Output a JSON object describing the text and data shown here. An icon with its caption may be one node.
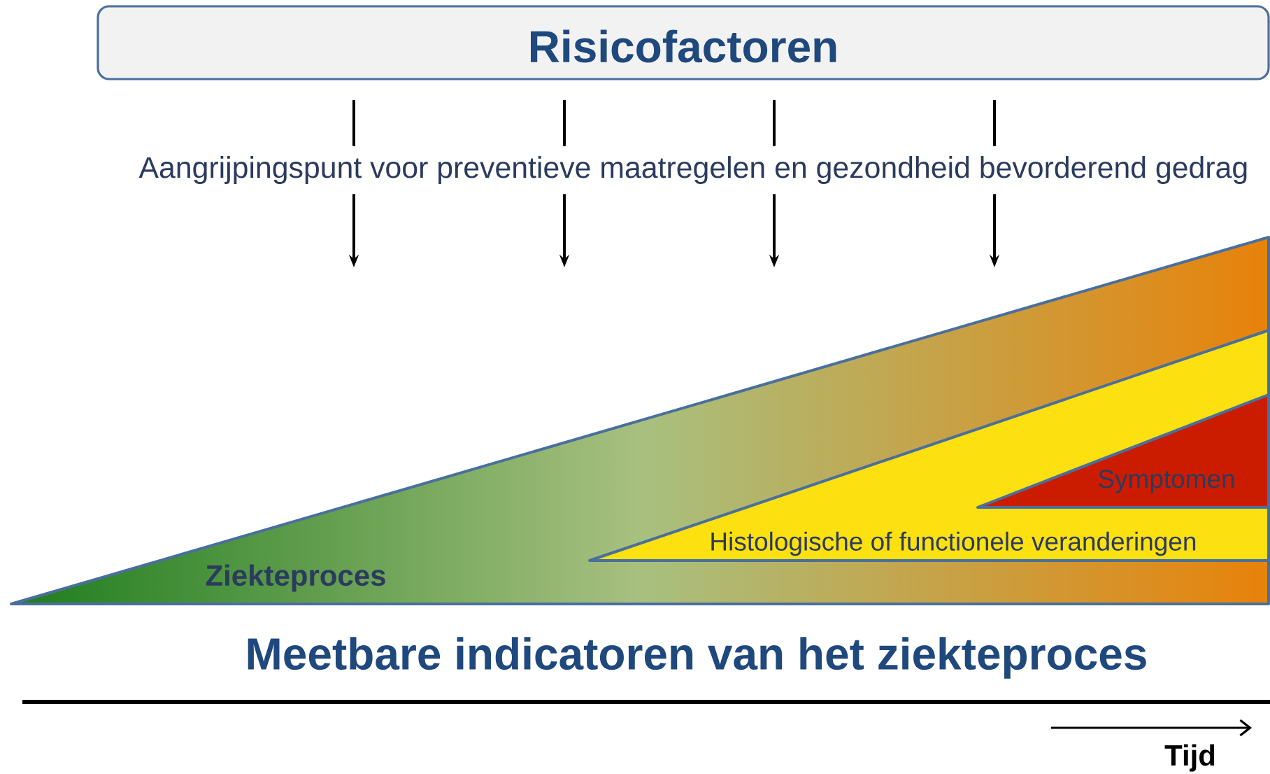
{
  "diagram": {
    "nodes": [
      {
        "text": [
          "Risicofactoren"
        ]
      },
      {
        "text": [
          "Ziekteproces"
        ]
      },
      {
        "text": [
          "Histologische of functionele veranderingen"
        ],
        "in": 1
      },
      {
        "text": [
          "Symptomen"
        ],
        "in": 2
      },
      {
        "text": [
          "Aangrijpingspunt voor preventieve maatregelen en gezondheid bevorderend gedrag"
        ]
      }
    ],
    "edges": [
      {
        "from": 0,
        "to": 4,
        "arrow": "none"
      },
      {
        "from": 0,
        "to": 4,
        "arrow": "none"
      },
      {
        "from": 0,
        "to": 4,
        "arrow": "none"
      },
      {
        "from": 0,
        "to": 4,
        "arrow": "none"
      },
      {
        "from": 4,
        "to": null,
        "arrow": "to"
      },
      {
        "from": 4,
        "to": null,
        "arrow": "to"
      },
      {
        "from": 4,
        "to": null,
        "arrow": "to"
      },
      {
        "from": 4,
        "to": null,
        "arrow": "to"
      }
    ],
    "labels": [
      "Meetbare indicatoren van het ziekteproces",
      "Tijd"
    ]
  }
}
